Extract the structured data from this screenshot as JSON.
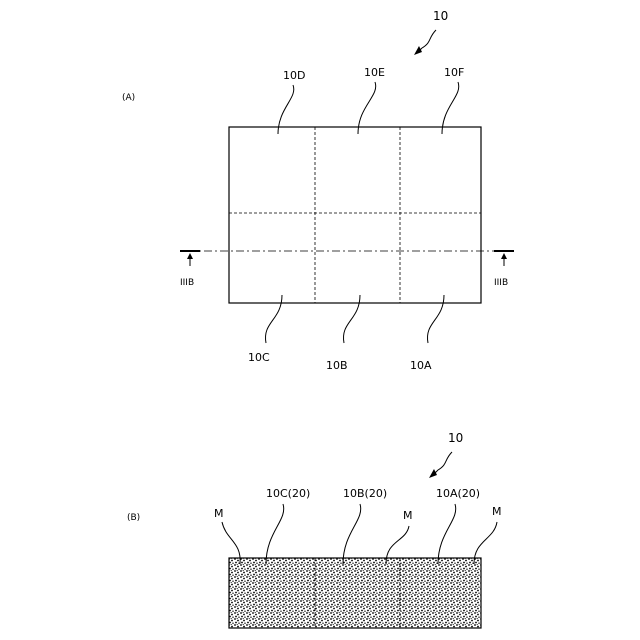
{
  "panel_a": {
    "panel_label": "(A)",
    "assembly_label": "10",
    "top_labels": [
      "10D",
      "10E",
      "10F"
    ],
    "bottom_labels": [
      "10C",
      "10B",
      "10A"
    ],
    "section_left": "IIIB",
    "section_right": "IIIB"
  },
  "panel_b": {
    "panel_label": "(B)",
    "assembly_label": "10",
    "part_labels": [
      "10C(20)",
      "10B(20)",
      "10A(20)"
    ],
    "marker_labels": [
      "M",
      "M",
      "M"
    ]
  }
}
